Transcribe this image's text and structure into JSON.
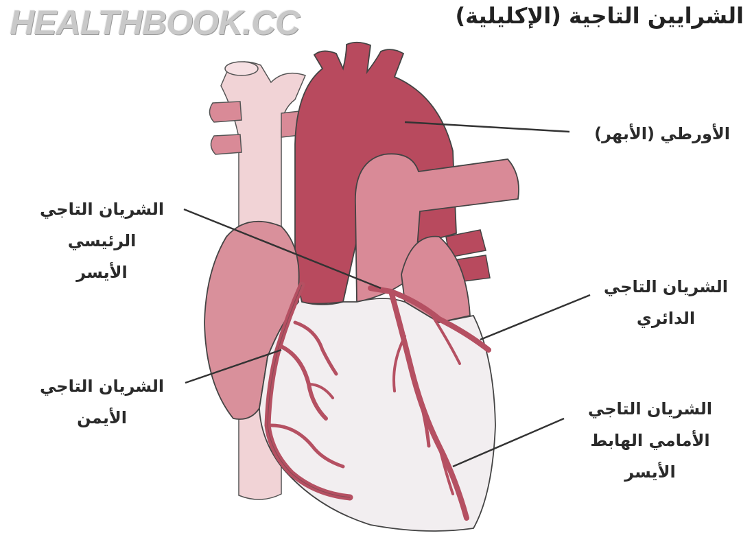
{
  "watermark": "HEALTHBOOK.CC",
  "title": "الشرايين التاجية (الإكليلية)",
  "labels": {
    "aorta": [
      "الأورطي (الأبهر)"
    ],
    "left_main": [
      "الشريان التاجي",
      "الرئيسي",
      "الأيسر"
    ],
    "right": [
      "الشريان التاجي",
      "الأيمن"
    ],
    "circumflex": [
      "الشريان التاجي",
      "الدائري"
    ],
    "lad": [
      "الشريان التاجي",
      "الأمامي الهابط",
      "الأيسر"
    ]
  },
  "colors": {
    "aorta": "#b84a5e",
    "pulmonary": "#d98a97",
    "vena_cava": "#f1d3d6",
    "atrium": "#d9909b",
    "ventricle": "#f2eef0",
    "artery": "#b55062",
    "outline": "#444444"
  }
}
